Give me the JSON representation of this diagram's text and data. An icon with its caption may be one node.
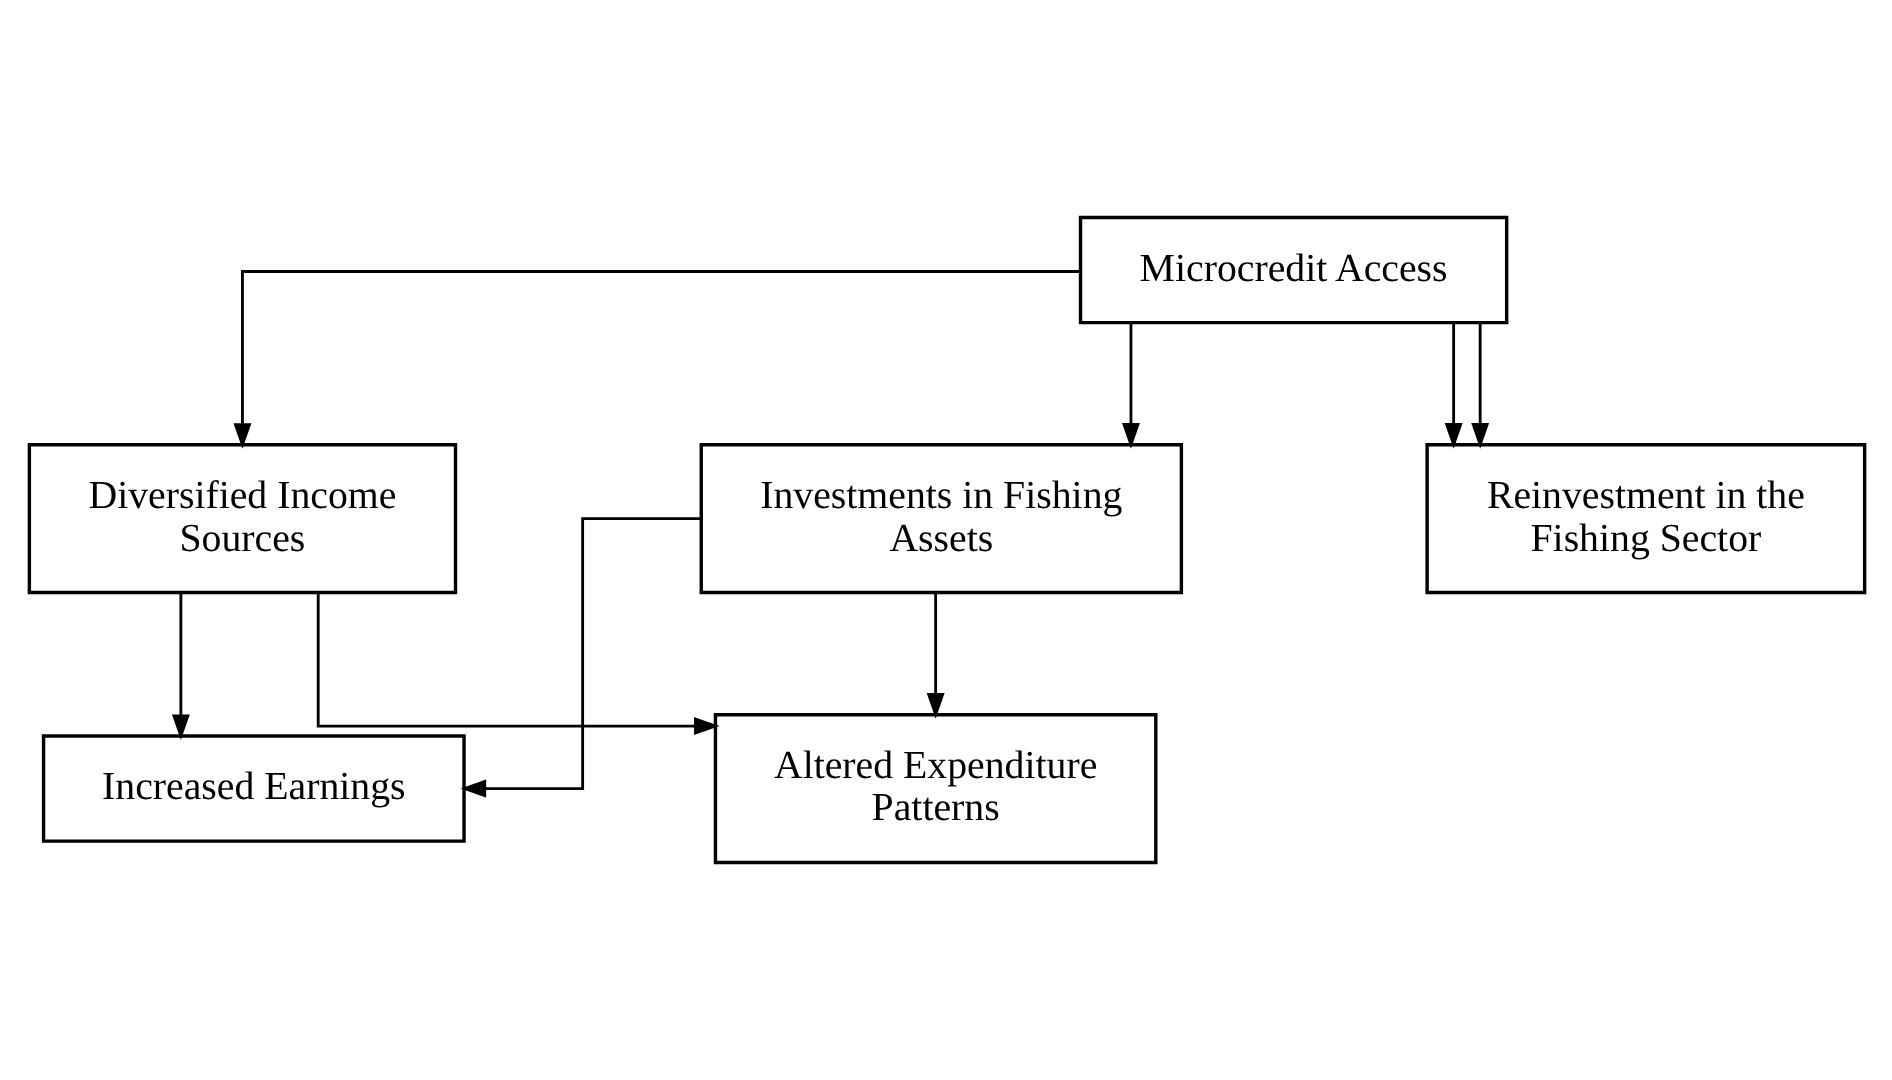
{
  "diagram": {
    "nodes": [
      {
        "text": [
          "Microcredit Access"
        ]
      },
      {
        "text": [
          "Investments in Fishing Assets"
        ]
      },
      {
        "text": [
          "Diversified Income Sources"
        ]
      },
      {
        "text": [
          "Increased Earnings"
        ]
      },
      {
        "text": [
          "Altered Expenditure Patterns"
        ]
      },
      {
        "text": [
          "Reinvestment in the Fishing Sector"
        ]
      }
    ],
    "edges": [
      {
        "from": 0,
        "to": 1,
        "arrow": "to"
      },
      {
        "from": 0,
        "to": 2,
        "arrow": "to"
      },
      {
        "from": 1,
        "to": 3,
        "arrow": "to"
      },
      {
        "from": 1,
        "to": 4,
        "arrow": "to"
      },
      {
        "from": 2,
        "to": 3,
        "arrow": "to"
      },
      {
        "from": 2,
        "to": 4,
        "arrow": "to"
      },
      {
        "from": 0,
        "to": 5,
        "arrow": "to"
      },
      {
        "from": 0,
        "to": 5,
        "arrow": "to"
      }
    ]
  }
}
